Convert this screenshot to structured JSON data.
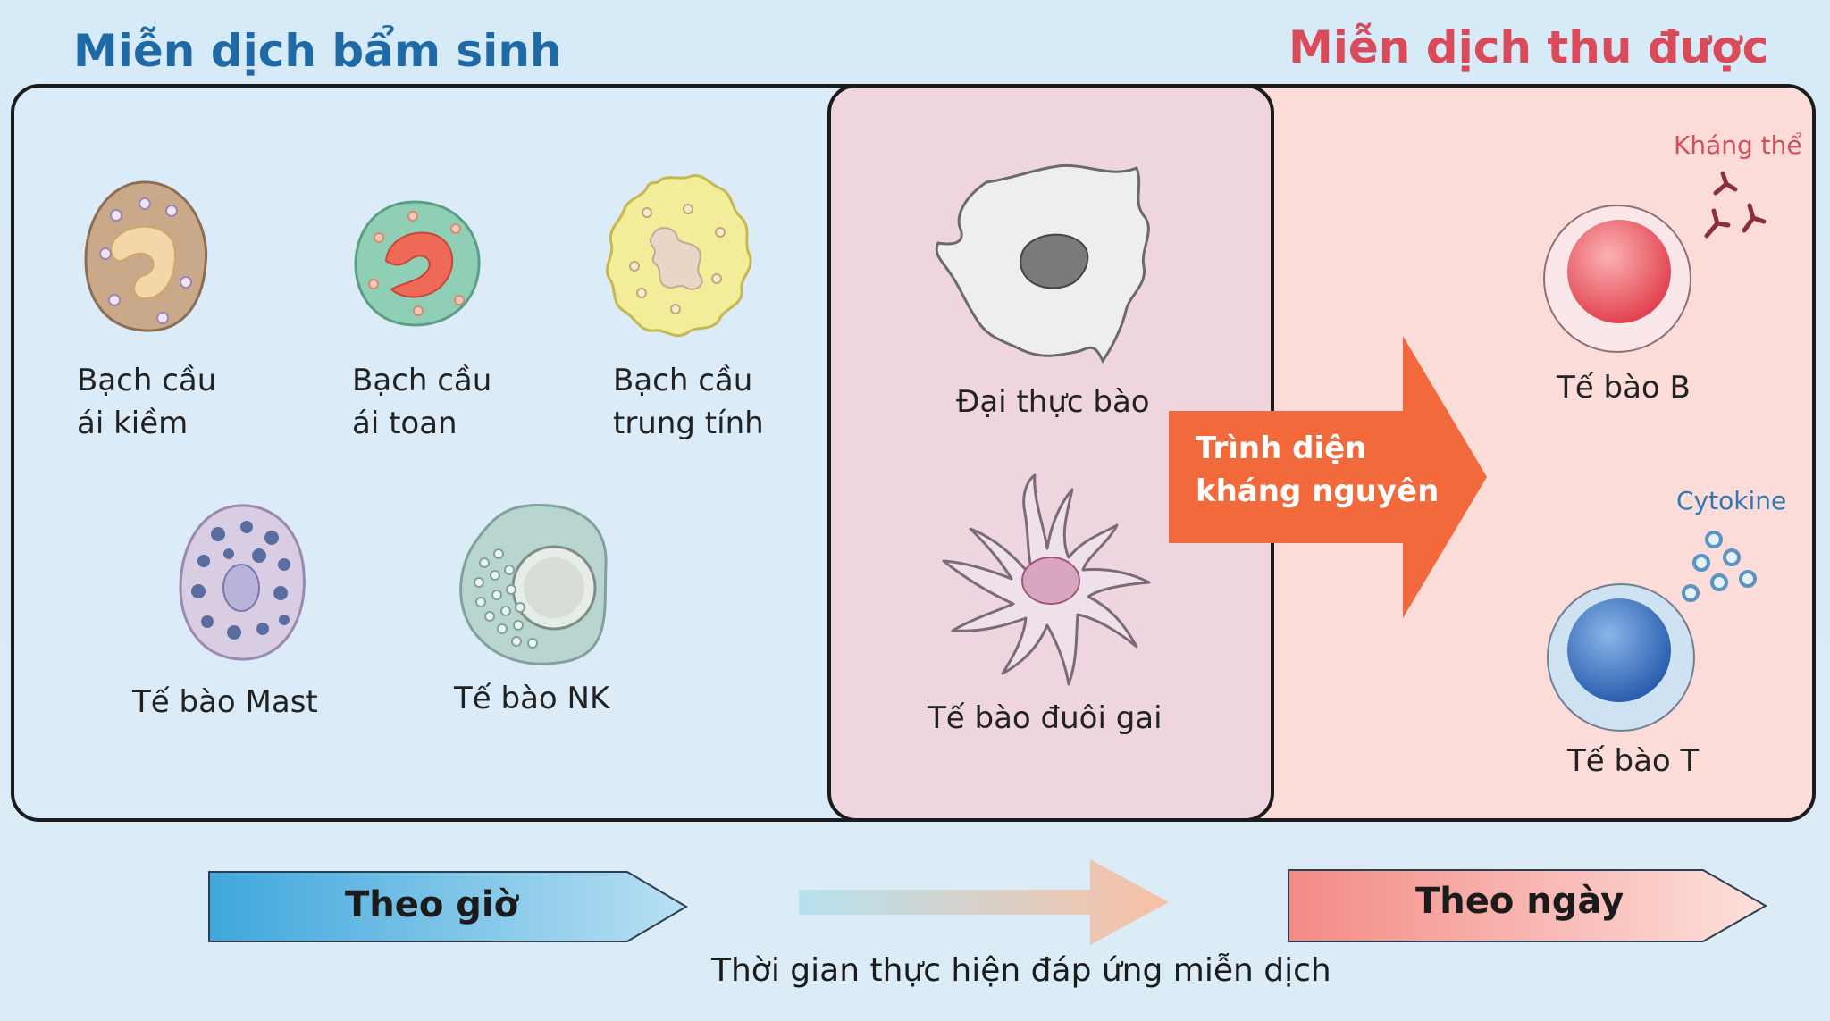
{
  "headings": {
    "innate": "Miễn dịch bẩm sinh",
    "adaptive": "Miễn dịch thu được"
  },
  "innate_cells": [
    {
      "label_line1": "Bạch cầu",
      "label_line2": "ái kiềm"
    },
    {
      "label_line1": "Bạch cầu",
      "label_line2": "ái toan"
    },
    {
      "label_line1": "Bạch cầu",
      "label_line2": "trung tính"
    },
    {
      "label_line1": "Tế bào Mast"
    },
    {
      "label_line1": "Tế bào NK"
    }
  ],
  "bridge_cells": [
    {
      "label": "Đại thực bào"
    },
    {
      "label": "Tế bào đuôi gai"
    }
  ],
  "antigen_arrow": {
    "line1": "Trình diện",
    "line2": "kháng nguyên",
    "color": "#f26a3c"
  },
  "adaptive_cells": [
    {
      "label": "Tế bào B"
    },
    {
      "label": "Tế bào T"
    }
  ],
  "annotations": {
    "antibody": "Kháng thể",
    "cytokine": "Cytokine"
  },
  "timeline": {
    "hours": "Theo giờ",
    "days": "Theo ngày",
    "caption": "Thời gian thực hiện đáp ứng miễn dịch"
  },
  "colors": {
    "innate_heading": "#1f6aa6",
    "adaptive_heading": "#d94a5a",
    "innate_bg": "#dcebf8",
    "bridge_bg": "#efd5e0",
    "adaptive_bg": "#fbdcd8"
  }
}
